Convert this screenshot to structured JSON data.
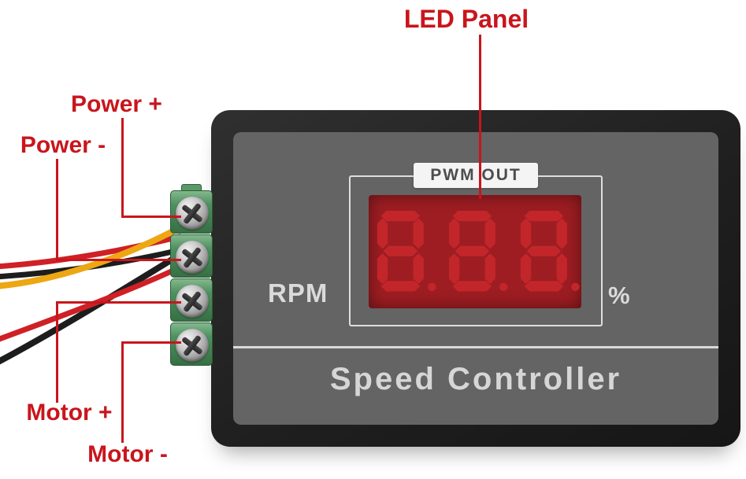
{
  "colors": {
    "annotation": "#c9151c",
    "display_bg": "#9d1d22",
    "segment": "#c2262b",
    "panel": "#646464",
    "panel_text": "#dadada",
    "terminal_green": "#4e9160",
    "wire_yellow": "#eda712",
    "wire_red": "#cf2026",
    "wire_black": "#1d1d1d"
  },
  "annotations": {
    "led_panel": {
      "label": "LED Panel"
    },
    "power_plus": {
      "label": "Power +"
    },
    "power_minus": {
      "label": "Power -"
    },
    "motor_plus": {
      "label": "Motor +"
    },
    "motor_minus": {
      "label": "Motor -"
    }
  },
  "device": {
    "badge_label": "PWM OUT",
    "display": {
      "digits": [
        "8",
        "8",
        "8"
      ],
      "decimal_points": true
    },
    "unit_left": "RPM",
    "unit_right": "%",
    "name": "Speed Controller",
    "terminal_count": 4
  }
}
